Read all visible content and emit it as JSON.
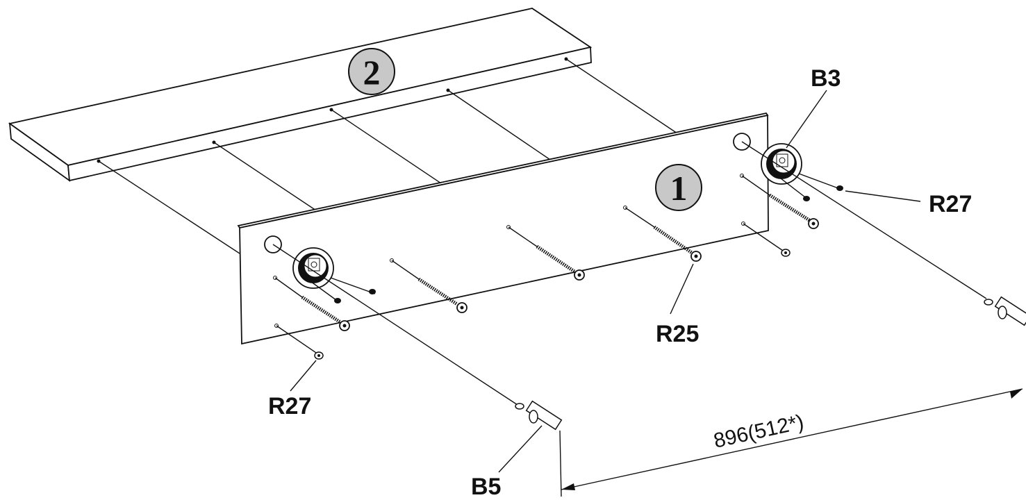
{
  "diagram": {
    "panel_markers": {
      "top_panel": "2",
      "back_panel": "1"
    },
    "part_labels": {
      "cam_lock": "B3",
      "screw_right": "R27",
      "screw_left": "R27",
      "long_screw": "R25",
      "wall_plug": "B5"
    },
    "dimension": "896(512*)"
  }
}
